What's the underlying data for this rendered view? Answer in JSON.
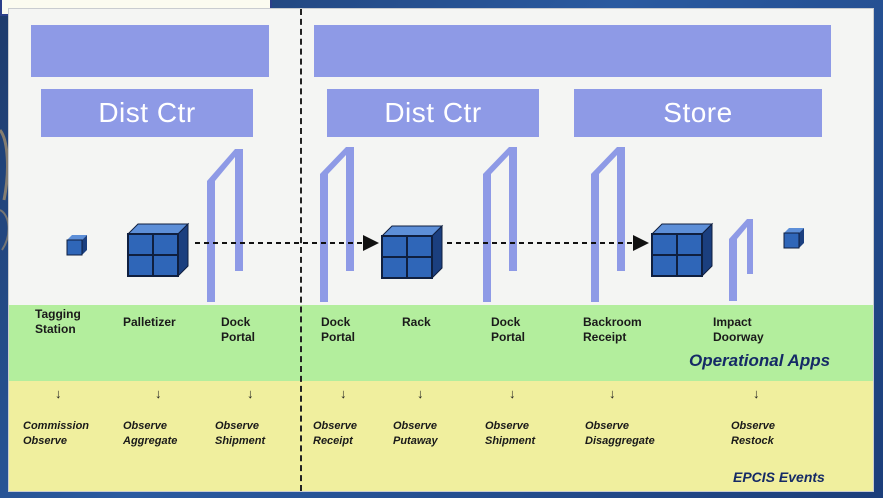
{
  "headers": {
    "left_dc": "Dist Ctr",
    "mid_dc": "Dist Ctr",
    "store": "Store"
  },
  "operational_labels": [
    "Tagging\nStation",
    "Palletizer",
    "Dock\nPortal",
    "Dock\nPortal",
    "Rack",
    "Dock\nPortal",
    "Backroom\nReceipt",
    "Impact\nDoorway"
  ],
  "operational_title": "Operational Apps",
  "events": [
    "Commission\nObserve",
    "Observe\nAggregate",
    "Observe\nShipment",
    "Observe\nReceipt",
    "Observe\nPutaway",
    "Observe\nShipment",
    "Observe\nDisaggregate",
    "Observe\nRestock"
  ],
  "events_title": "EPCIS Events",
  "colors": {
    "header_fill": "#8e9ae6",
    "operational_band": "#b3ee9d",
    "events_band": "#f0ef9e",
    "box_fill": "#2f66b8",
    "portal_fill": "#8e9ae6",
    "background": "#1d3a6b"
  }
}
